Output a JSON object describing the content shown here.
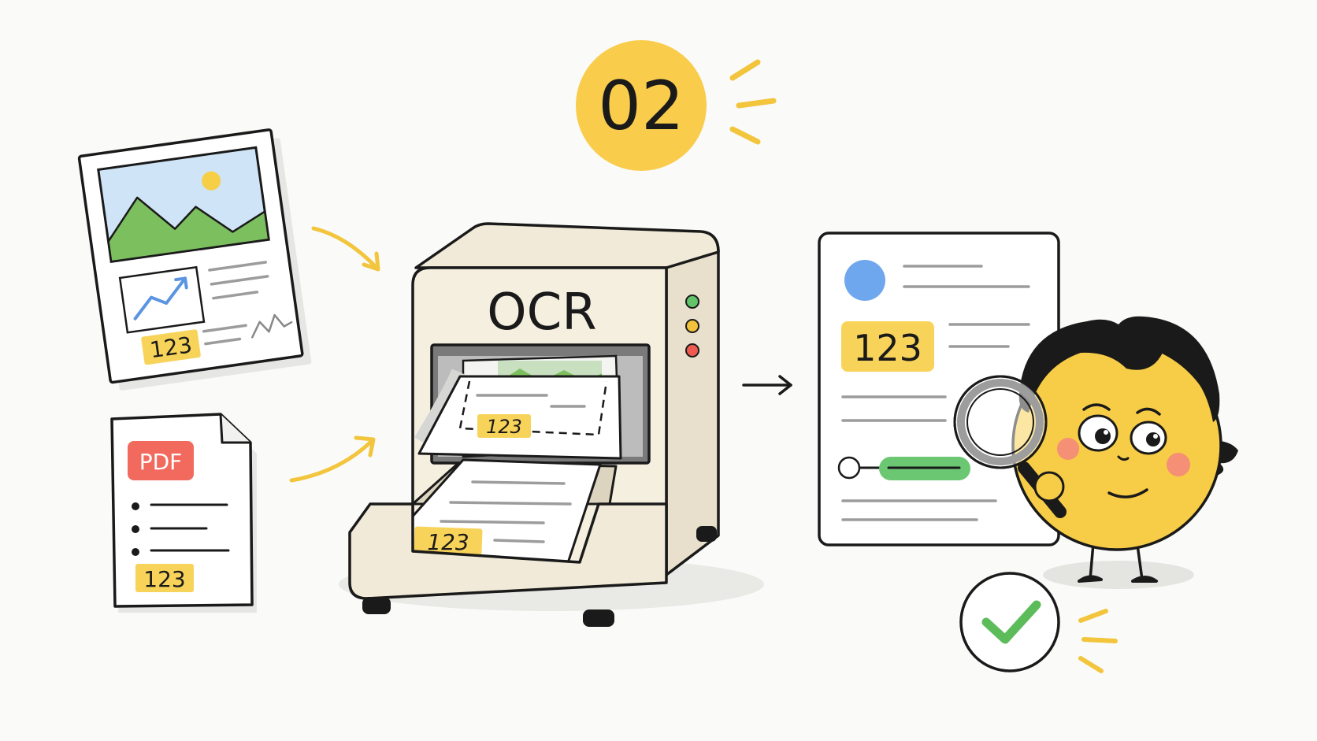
{
  "step_badge": {
    "text": "02",
    "color": "#f9cd4b"
  },
  "image_document": {
    "number_tag": "123"
  },
  "pdf_document": {
    "type_badge": "PDF",
    "number_tag": "123",
    "badge_color": "#f16a5d"
  },
  "ocr_machine": {
    "label": "OCR",
    "feed_tag": "123",
    "output_tag": "123",
    "status_lights": [
      "#62c36a",
      "#f2c23a",
      "#ee5a4f"
    ]
  },
  "result_document": {
    "number_tag": "123"
  },
  "colors": {
    "highlight": "#f8d35a",
    "blue_dot": "#6fa7ee",
    "green_bar": "#6cc772",
    "check": "#5cbc5a",
    "mascot": "#f7cc46"
  },
  "icons": [
    "magnifying-glass-icon",
    "checkmark-icon",
    "arrow-right-icon",
    "chart-icon",
    "landscape-icon"
  ]
}
